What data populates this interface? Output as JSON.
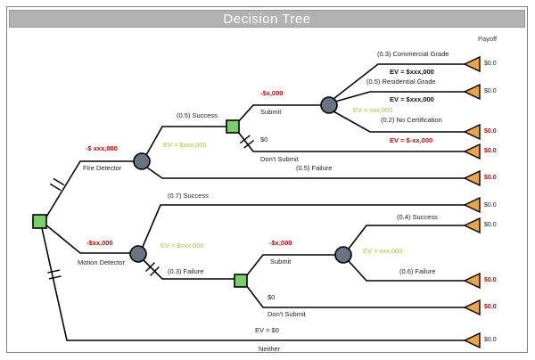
{
  "title": "Decision Tree",
  "payoff_header": "Payoff",
  "colors": {
    "title_bar": "#b2b2b2",
    "decision_node": "#7bce6b",
    "chance_node": "#66757f",
    "terminal_node": "#eaa348",
    "cost_text": "#cc0000",
    "ev_chance_text": "#99cc33"
  },
  "fire": {
    "cost": "-$ xxx,000",
    "label": "Fire Detector",
    "ev": "EV = $xxx,000",
    "success_label": "(0.5) Success",
    "failure_label": "(0.5) Failure",
    "failure_payoff": "$0.0",
    "submit": {
      "cost": "-$x,000",
      "label": "Submit",
      "dont_value": "$0",
      "dont_label": "Don't Submit",
      "dont_payoff": "$0.0",
      "chance_ev": "EV = xxx,000",
      "commercial": {
        "label": "(0.3) Commercial Grade",
        "ev": "EV = $xxx,000",
        "payoff": "$0.0"
      },
      "residential": {
        "label": "(0.5) Residential Grade",
        "ev": "EV = $xxx,000",
        "payoff": "$0.0"
      },
      "no_cert": {
        "label": "(0.2) No Certification",
        "ev": "EV = $-xx,000",
        "payoff": "$0.0"
      }
    }
  },
  "motion": {
    "cost": "-$xx,000",
    "label": "Motion Detector",
    "ev": "EV = $xxx,000",
    "success_label": "(0.7) Success",
    "success_payoff": "$0.0",
    "failure_label": "(0.3) Failure",
    "submit": {
      "cost": "-$x,000",
      "label": "Submit",
      "dont_value": "$0",
      "dont_label": "Don't Submit",
      "dont_payoff": "$0.0",
      "chance_ev": "EV = xxx,000",
      "success": {
        "label": "(0.4) Success",
        "payoff": "$0.0"
      },
      "failure": {
        "label": "(0.6) Failure",
        "payoff": "$0.0"
      }
    }
  },
  "neither": {
    "ev": "EV = $0",
    "label": "Neither",
    "payoff": "$0.0"
  }
}
